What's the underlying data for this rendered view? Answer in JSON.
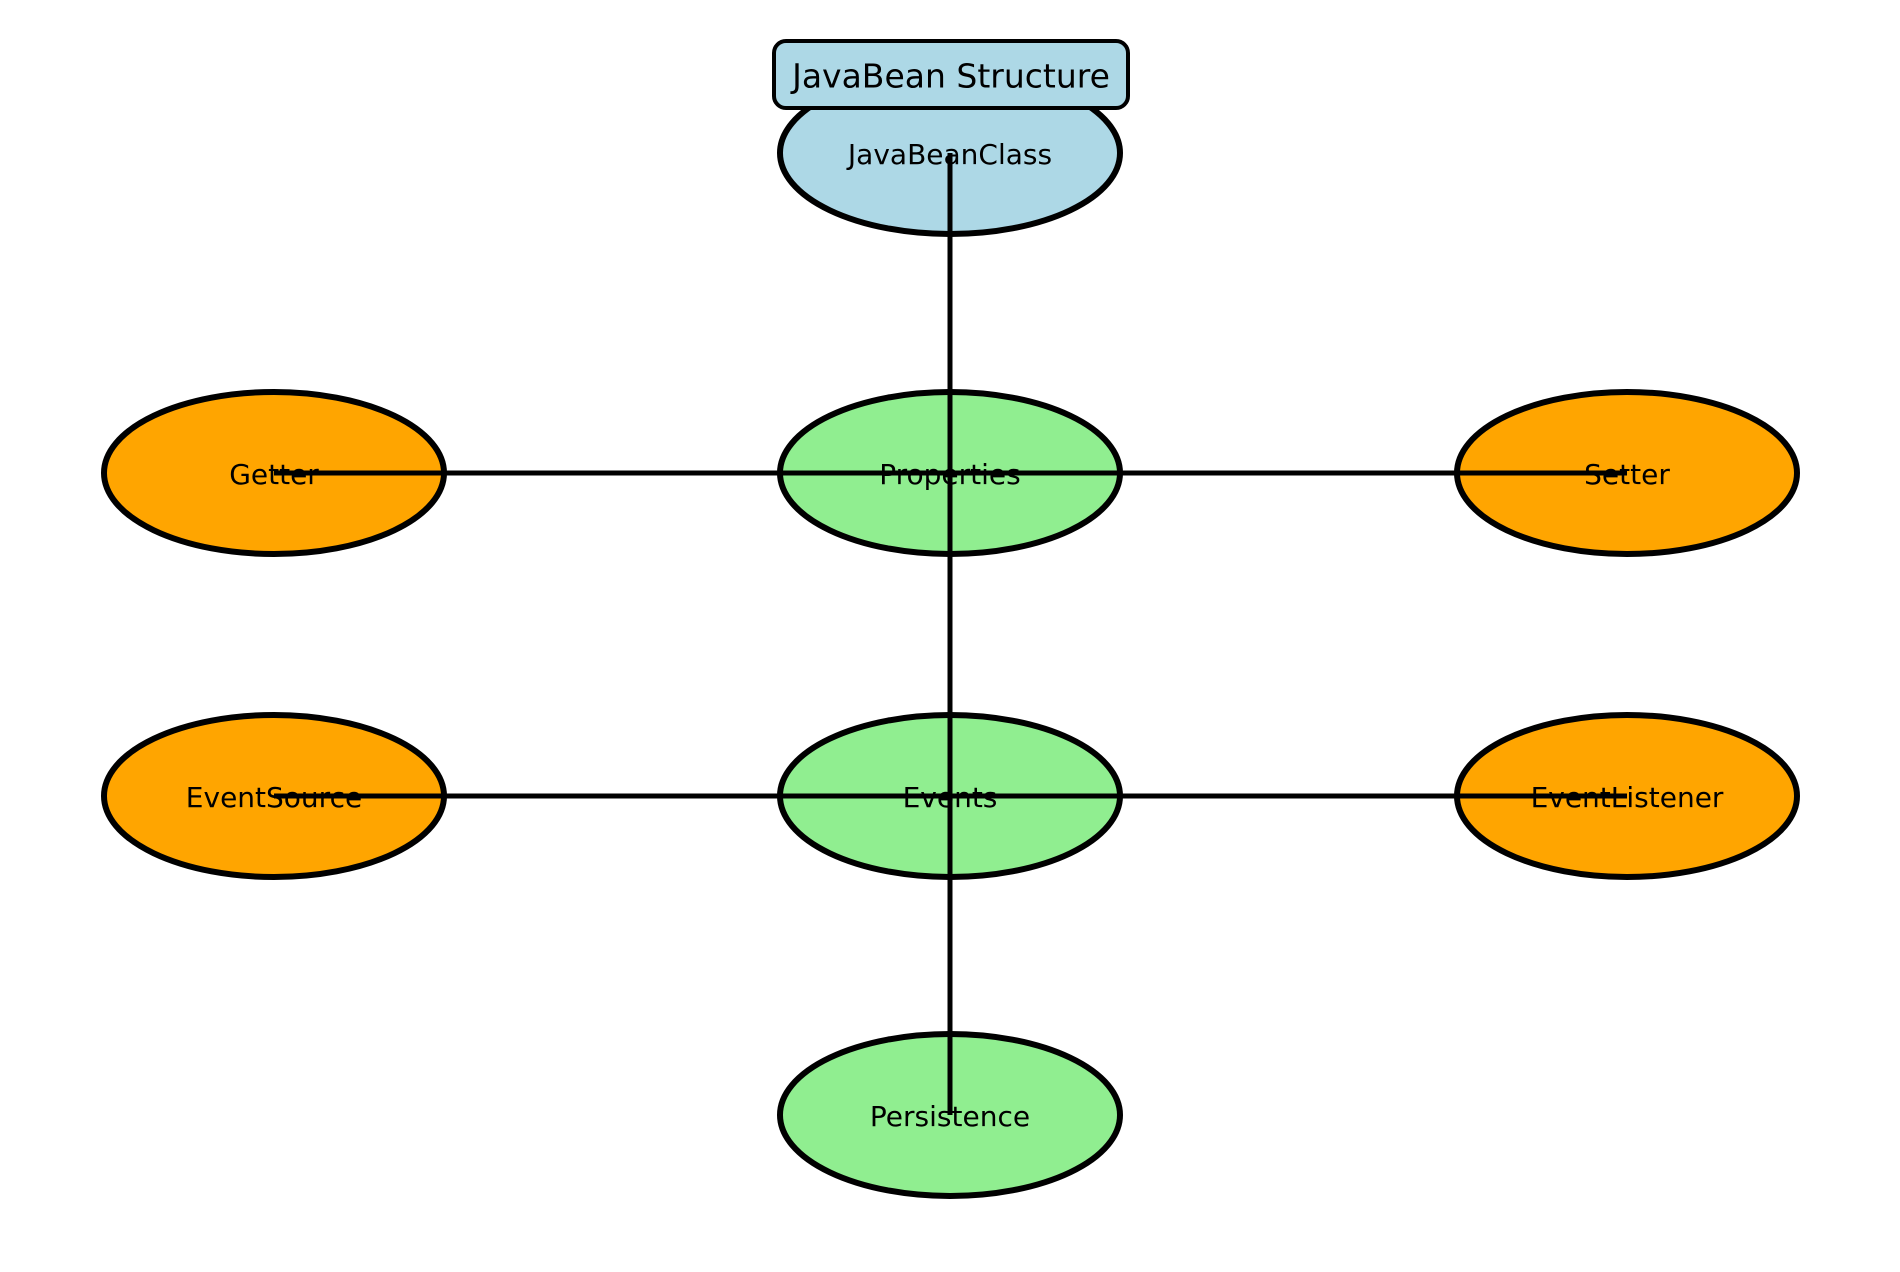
{
  "title": "JavaBean Structure",
  "colors": {
    "background": "#FFFFFF",
    "class_fill": "#ADD8E6",
    "feature_fill": "#90EE90",
    "accessor_fill": "#FFA500",
    "outline": "#000000",
    "edge": "#000000"
  },
  "nodes": [
    {
      "id": "javabeanclass",
      "label": "JavaBeanClass",
      "color": "#ADD8E6"
    },
    {
      "id": "getter",
      "label": "Getter",
      "color": "#FFA500"
    },
    {
      "id": "properties",
      "label": "Properties",
      "color": "#90EE90"
    },
    {
      "id": "setter",
      "label": "Setter",
      "color": "#FFA500"
    },
    {
      "id": "eventsource",
      "label": "EventSource",
      "color": "#FFA500"
    },
    {
      "id": "events",
      "label": "Events",
      "color": "#90EE90"
    },
    {
      "id": "eventlistener",
      "label": "EventListener",
      "color": "#FFA500"
    },
    {
      "id": "persistence",
      "label": "Persistence",
      "color": "#90EE90"
    }
  ],
  "edges": [
    {
      "from": "JavaBeanClass",
      "to": "Properties"
    },
    {
      "from": "Getter",
      "to": "Properties"
    },
    {
      "from": "Properties",
      "to": "Setter"
    },
    {
      "from": "Properties",
      "to": "Events"
    },
    {
      "from": "EventSource",
      "to": "Events"
    },
    {
      "from": "Events",
      "to": "EventListener"
    },
    {
      "from": "Events",
      "to": "Persistence"
    }
  ]
}
